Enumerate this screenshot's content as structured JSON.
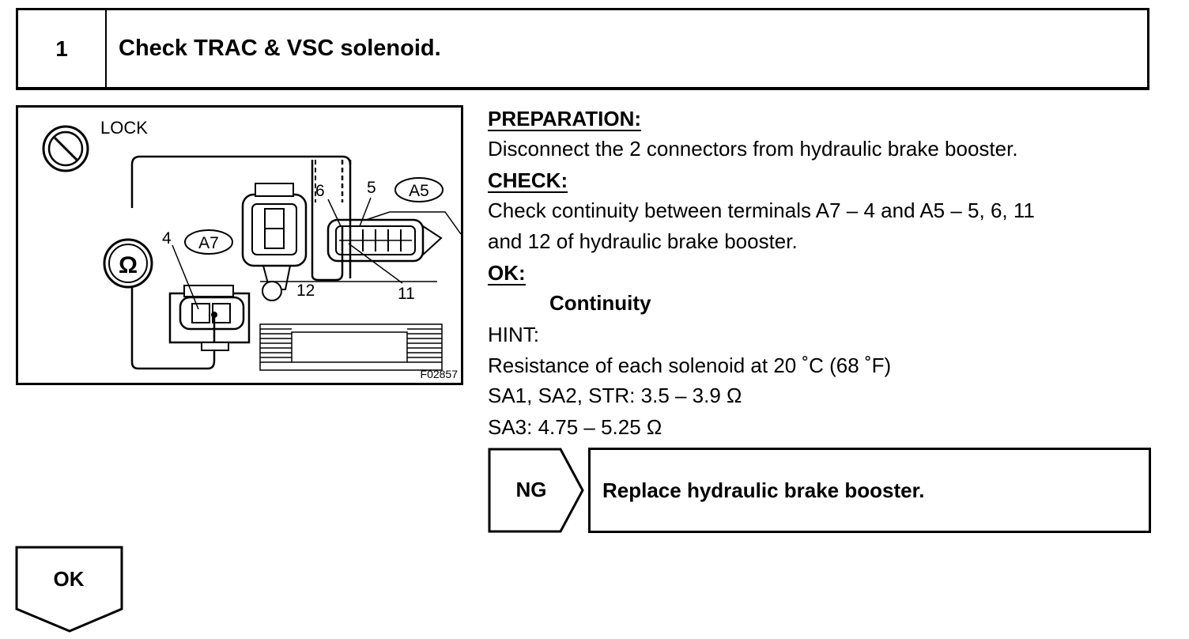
{
  "step": {
    "number": "1",
    "title": "Check TRAC & VSC solenoid."
  },
  "figure": {
    "lock_label": "LOCK",
    "ohm_symbol": "Ω",
    "connector_a7": "A7",
    "connector_a5": "A5",
    "pin_4": "4",
    "pin_5": "5",
    "pin_6": "6",
    "pin_11": "11",
    "pin_12": "12",
    "figure_code": "F02857",
    "icons": [
      "lock-icon",
      "ohmmeter-icon"
    ]
  },
  "preparation": {
    "heading": "PREPARATION:",
    "text": "Disconnect the 2 connectors from hydraulic brake booster."
  },
  "check": {
    "heading": "CHECK:",
    "line1": "Check continuity between terminals A7 – 4 and A5 – 5, 6, 11",
    "line2": "and 12 of hydraulic brake booster."
  },
  "ok_section": {
    "heading": "OK:",
    "result": "Continuity"
  },
  "hint": {
    "heading": "HINT:",
    "line1": "Resistance of each solenoid at 20 ˚C (68 ˚F)",
    "line2": "SA1, SA2, STR: 3.5 – 3.9 Ω",
    "line3": "SA3: 4.75 – 5.25 Ω"
  },
  "ng": {
    "label": "NG",
    "action": "Replace hydraulic brake booster."
  },
  "ok_flow": {
    "label": "OK"
  }
}
